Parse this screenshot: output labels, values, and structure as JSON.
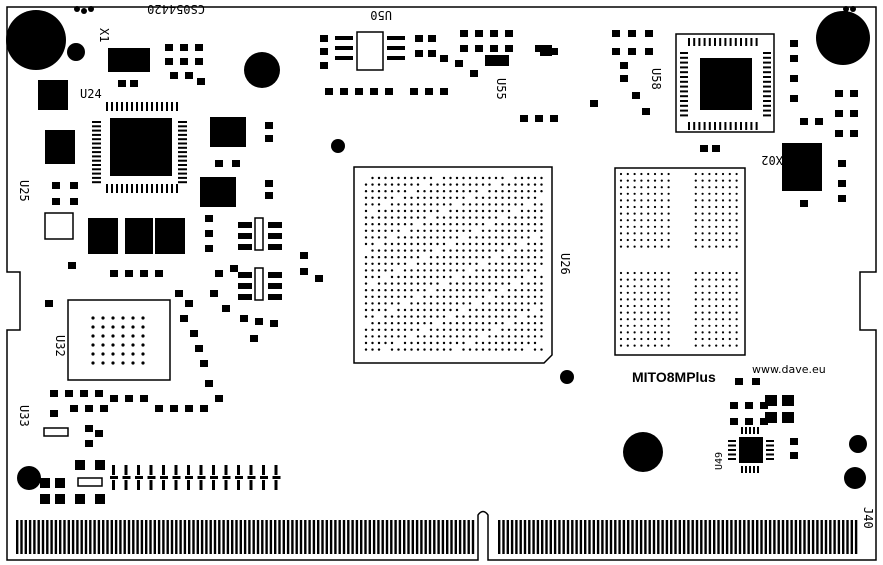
{
  "board": {
    "serial": "CS054420",
    "product": "MITO8MPlus",
    "url": "www.dave.eu",
    "colors": {
      "ink": "#000000",
      "board": "#ffffff"
    }
  },
  "designators": {
    "x1": "X1",
    "u50": "U50",
    "u55": "U55",
    "u58": "U58",
    "x02": "X02",
    "u24": "U24",
    "u25": "U25",
    "u26": "U26",
    "u32": "U32",
    "u33": "U33",
    "u49": "U49",
    "j40": "J40"
  }
}
